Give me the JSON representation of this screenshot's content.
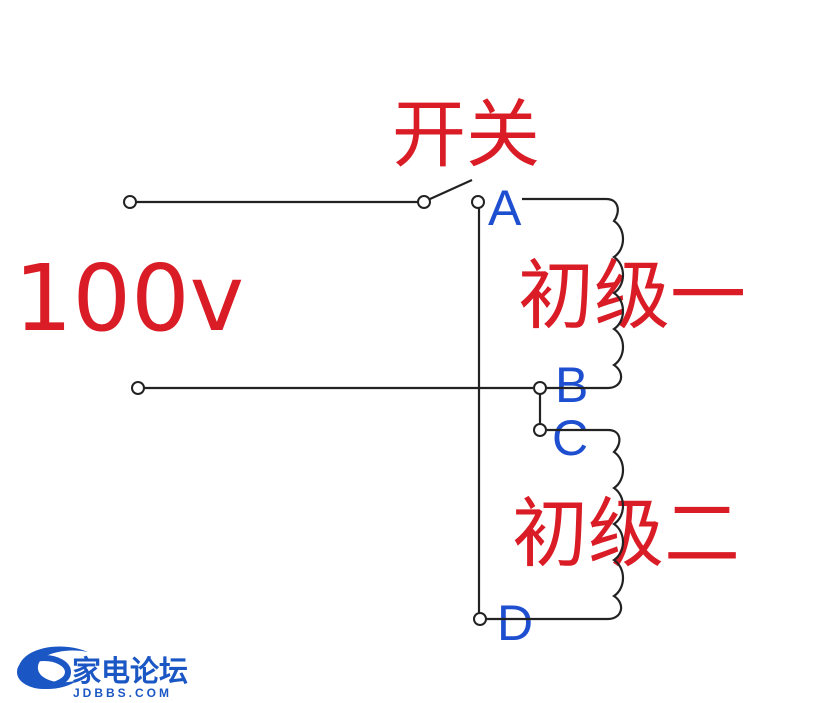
{
  "labels": {
    "switch": "开关",
    "voltage": "100v",
    "primary_one": "初级一",
    "primary_two": "初级二",
    "tap_a": "A",
    "tap_b": "B",
    "tap_c": "C",
    "tap_d": "D"
  },
  "watermark": {
    "name": "家电论坛",
    "domain": "JDBBS.COM"
  },
  "colors": {
    "label_red": "#d91c26",
    "tap_blue": "#1f4fd1",
    "wire": "#222222",
    "logo_blue": "#1a57c4"
  }
}
